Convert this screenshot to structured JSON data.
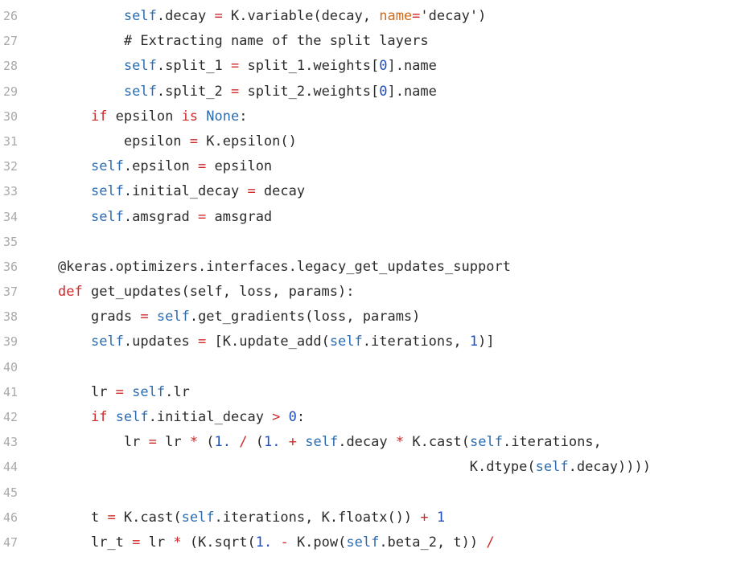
{
  "colors": {
    "background": "#ffffff",
    "line_number": "#a9a9a9",
    "text": "#2b2b2b",
    "keyword": "#cf2a2a",
    "builtin": "#2b6cb0",
    "number": "#1f4fbf",
    "kwarg": "#d06a1a"
  },
  "lines": [
    {
      "n": "26",
      "indent": "        ",
      "tokens": [
        [
          "builtin",
          "self"
        ],
        [
          "plain",
          ".decay "
        ],
        [
          "operator",
          "="
        ],
        [
          "plain",
          " K.variable(decay, "
        ],
        [
          "kwarg",
          "name"
        ],
        [
          "operator",
          "="
        ],
        [
          "string",
          "'decay'"
        ],
        [
          "plain",
          ")"
        ]
      ]
    },
    {
      "n": "27",
      "indent": "        ",
      "tokens": [
        [
          "comment",
          "# Extracting name of the split layers"
        ]
      ]
    },
    {
      "n": "28",
      "indent": "        ",
      "tokens": [
        [
          "builtin",
          "self"
        ],
        [
          "plain",
          ".split_1 "
        ],
        [
          "operator",
          "="
        ],
        [
          "plain",
          " split_1.weights["
        ],
        [
          "number",
          "0"
        ],
        [
          "plain",
          "].name"
        ]
      ]
    },
    {
      "n": "29",
      "indent": "        ",
      "tokens": [
        [
          "builtin",
          "self"
        ],
        [
          "plain",
          ".split_2 "
        ],
        [
          "operator",
          "="
        ],
        [
          "plain",
          " split_2.weights["
        ],
        [
          "number",
          "0"
        ],
        [
          "plain",
          "].name"
        ]
      ]
    },
    {
      "n": "30",
      "indent": "    ",
      "tokens": [
        [
          "keyword",
          "if"
        ],
        [
          "plain",
          " epsilon "
        ],
        [
          "keyword",
          "is"
        ],
        [
          "plain",
          " "
        ],
        [
          "constant",
          "None"
        ],
        [
          "plain",
          ":"
        ]
      ]
    },
    {
      "n": "31",
      "indent": "        ",
      "tokens": [
        [
          "plain",
          "epsilon "
        ],
        [
          "operator",
          "="
        ],
        [
          "plain",
          " K.epsilon()"
        ]
      ]
    },
    {
      "n": "32",
      "indent": "    ",
      "tokens": [
        [
          "builtin",
          "self"
        ],
        [
          "plain",
          ".epsilon "
        ],
        [
          "operator",
          "="
        ],
        [
          "plain",
          " epsilon"
        ]
      ]
    },
    {
      "n": "33",
      "indent": "    ",
      "tokens": [
        [
          "builtin",
          "self"
        ],
        [
          "plain",
          ".initial_decay "
        ],
        [
          "operator",
          "="
        ],
        [
          "plain",
          " decay"
        ]
      ]
    },
    {
      "n": "34",
      "indent": "    ",
      "tokens": [
        [
          "builtin",
          "self"
        ],
        [
          "plain",
          ".amsgrad "
        ],
        [
          "operator",
          "="
        ],
        [
          "plain",
          " amsgrad"
        ]
      ]
    },
    {
      "n": "35",
      "indent": "",
      "tokens": []
    },
    {
      "n": "36",
      "indent": "",
      "tokens": [
        [
          "decorator",
          "@keras.optimizers.interfaces.legacy_get_updates_support"
        ]
      ]
    },
    {
      "n": "37",
      "indent": "",
      "tokens": [
        [
          "keyword",
          "def"
        ],
        [
          "plain",
          " get_updates(self, loss, params):"
        ]
      ]
    },
    {
      "n": "38",
      "indent": "    ",
      "tokens": [
        [
          "plain",
          "grads "
        ],
        [
          "operator",
          "="
        ],
        [
          "plain",
          " "
        ],
        [
          "builtin",
          "self"
        ],
        [
          "plain",
          ".get_gradients(loss, params)"
        ]
      ]
    },
    {
      "n": "39",
      "indent": "    ",
      "tokens": [
        [
          "builtin",
          "self"
        ],
        [
          "plain",
          ".updates "
        ],
        [
          "operator",
          "="
        ],
        [
          "plain",
          " [K.update_add("
        ],
        [
          "builtin",
          "self"
        ],
        [
          "plain",
          ".iterations, "
        ],
        [
          "number",
          "1"
        ],
        [
          "plain",
          ")]"
        ]
      ]
    },
    {
      "n": "40",
      "indent": "",
      "tokens": []
    },
    {
      "n": "41",
      "indent": "    ",
      "tokens": [
        [
          "plain",
          "lr "
        ],
        [
          "operator",
          "="
        ],
        [
          "plain",
          " "
        ],
        [
          "builtin",
          "self"
        ],
        [
          "plain",
          ".lr"
        ]
      ]
    },
    {
      "n": "42",
      "indent": "    ",
      "tokens": [
        [
          "keyword",
          "if"
        ],
        [
          "plain",
          " "
        ],
        [
          "builtin",
          "self"
        ],
        [
          "plain",
          ".initial_decay "
        ],
        [
          "operator",
          ">"
        ],
        [
          "plain",
          " "
        ],
        [
          "number",
          "0"
        ],
        [
          "plain",
          ":"
        ]
      ]
    },
    {
      "n": "43",
      "indent": "        ",
      "tokens": [
        [
          "plain",
          "lr "
        ],
        [
          "operator",
          "="
        ],
        [
          "plain",
          " lr "
        ],
        [
          "operator",
          "*"
        ],
        [
          "plain",
          " ("
        ],
        [
          "number",
          "1."
        ],
        [
          "plain",
          " "
        ],
        [
          "operator",
          "/"
        ],
        [
          "plain",
          " ("
        ],
        [
          "number",
          "1."
        ],
        [
          "plain",
          " "
        ],
        [
          "operator",
          "+"
        ],
        [
          "plain",
          " "
        ],
        [
          "builtin",
          "self"
        ],
        [
          "plain",
          ".decay "
        ],
        [
          "operator",
          "*"
        ],
        [
          "plain",
          " K.cast("
        ],
        [
          "builtin",
          "self"
        ],
        [
          "plain",
          ".iterations,"
        ]
      ]
    },
    {
      "n": "44",
      "indent": "                                                  ",
      "tokens": [
        [
          "plain",
          "K.dtype("
        ],
        [
          "builtin",
          "self"
        ],
        [
          "plain",
          ".decay))))"
        ]
      ]
    },
    {
      "n": "45",
      "indent": "",
      "tokens": []
    },
    {
      "n": "46",
      "indent": "    ",
      "tokens": [
        [
          "plain",
          "t "
        ],
        [
          "operator",
          "="
        ],
        [
          "plain",
          " K.cast("
        ],
        [
          "builtin",
          "self"
        ],
        [
          "plain",
          ".iterations, K.floatx()) "
        ],
        [
          "operator",
          "+"
        ],
        [
          "plain",
          " "
        ],
        [
          "number",
          "1"
        ]
      ]
    },
    {
      "n": "47",
      "indent": "    ",
      "tokens": [
        [
          "plain",
          "lr_t "
        ],
        [
          "operator",
          "="
        ],
        [
          "plain",
          " lr "
        ],
        [
          "operator",
          "*"
        ],
        [
          "plain",
          " (K.sqrt("
        ],
        [
          "number",
          "1."
        ],
        [
          "plain",
          " "
        ],
        [
          "operator",
          "-"
        ],
        [
          "plain",
          " K.pow("
        ],
        [
          "builtin",
          "self"
        ],
        [
          "plain",
          ".beta_2, t)) "
        ],
        [
          "operator",
          "/"
        ]
      ]
    }
  ]
}
